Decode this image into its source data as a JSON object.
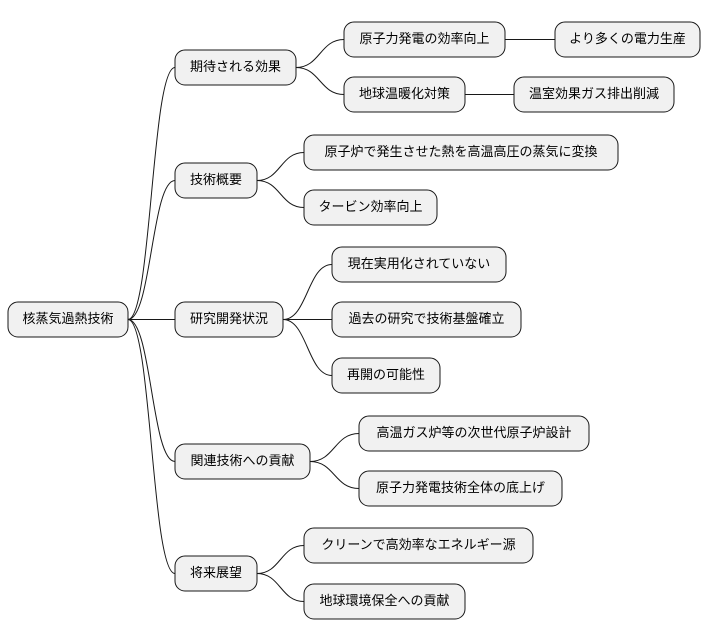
{
  "mindmap": {
    "root": {
      "label": "核蒸気過熱技術",
      "children": [
        {
          "label": "期待される効果",
          "children": [
            {
              "label": "原子力発電の効率向上",
              "children": [
                {
                  "label": "より多くの電力生産"
                }
              ]
            },
            {
              "label": "地球温暖化対策",
              "children": [
                {
                  "label": "温室効果ガス排出削減"
                }
              ]
            }
          ]
        },
        {
          "label": "技術概要",
          "children": [
            {
              "label": "原子炉で発生させた熱を高温高圧の蒸気に変換"
            },
            {
              "label": "タービン効率向上"
            }
          ]
        },
        {
          "label": "研究開発状況",
          "children": [
            {
              "label": "現在実用化されていない"
            },
            {
              "label": "過去の研究で技術基盤確立"
            },
            {
              "label": "再開の可能性"
            }
          ]
        },
        {
          "label": "関連技術への貢献",
          "children": [
            {
              "label": "高温ガス炉等の次世代原子炉設計"
            },
            {
              "label": "原子力発電技術全体の底上げ"
            }
          ]
        },
        {
          "label": "将来展望",
          "children": [
            {
              "label": "クリーンで高効率なエネルギー源"
            },
            {
              "label": "地球環境保全への貢献"
            }
          ]
        }
      ]
    }
  }
}
